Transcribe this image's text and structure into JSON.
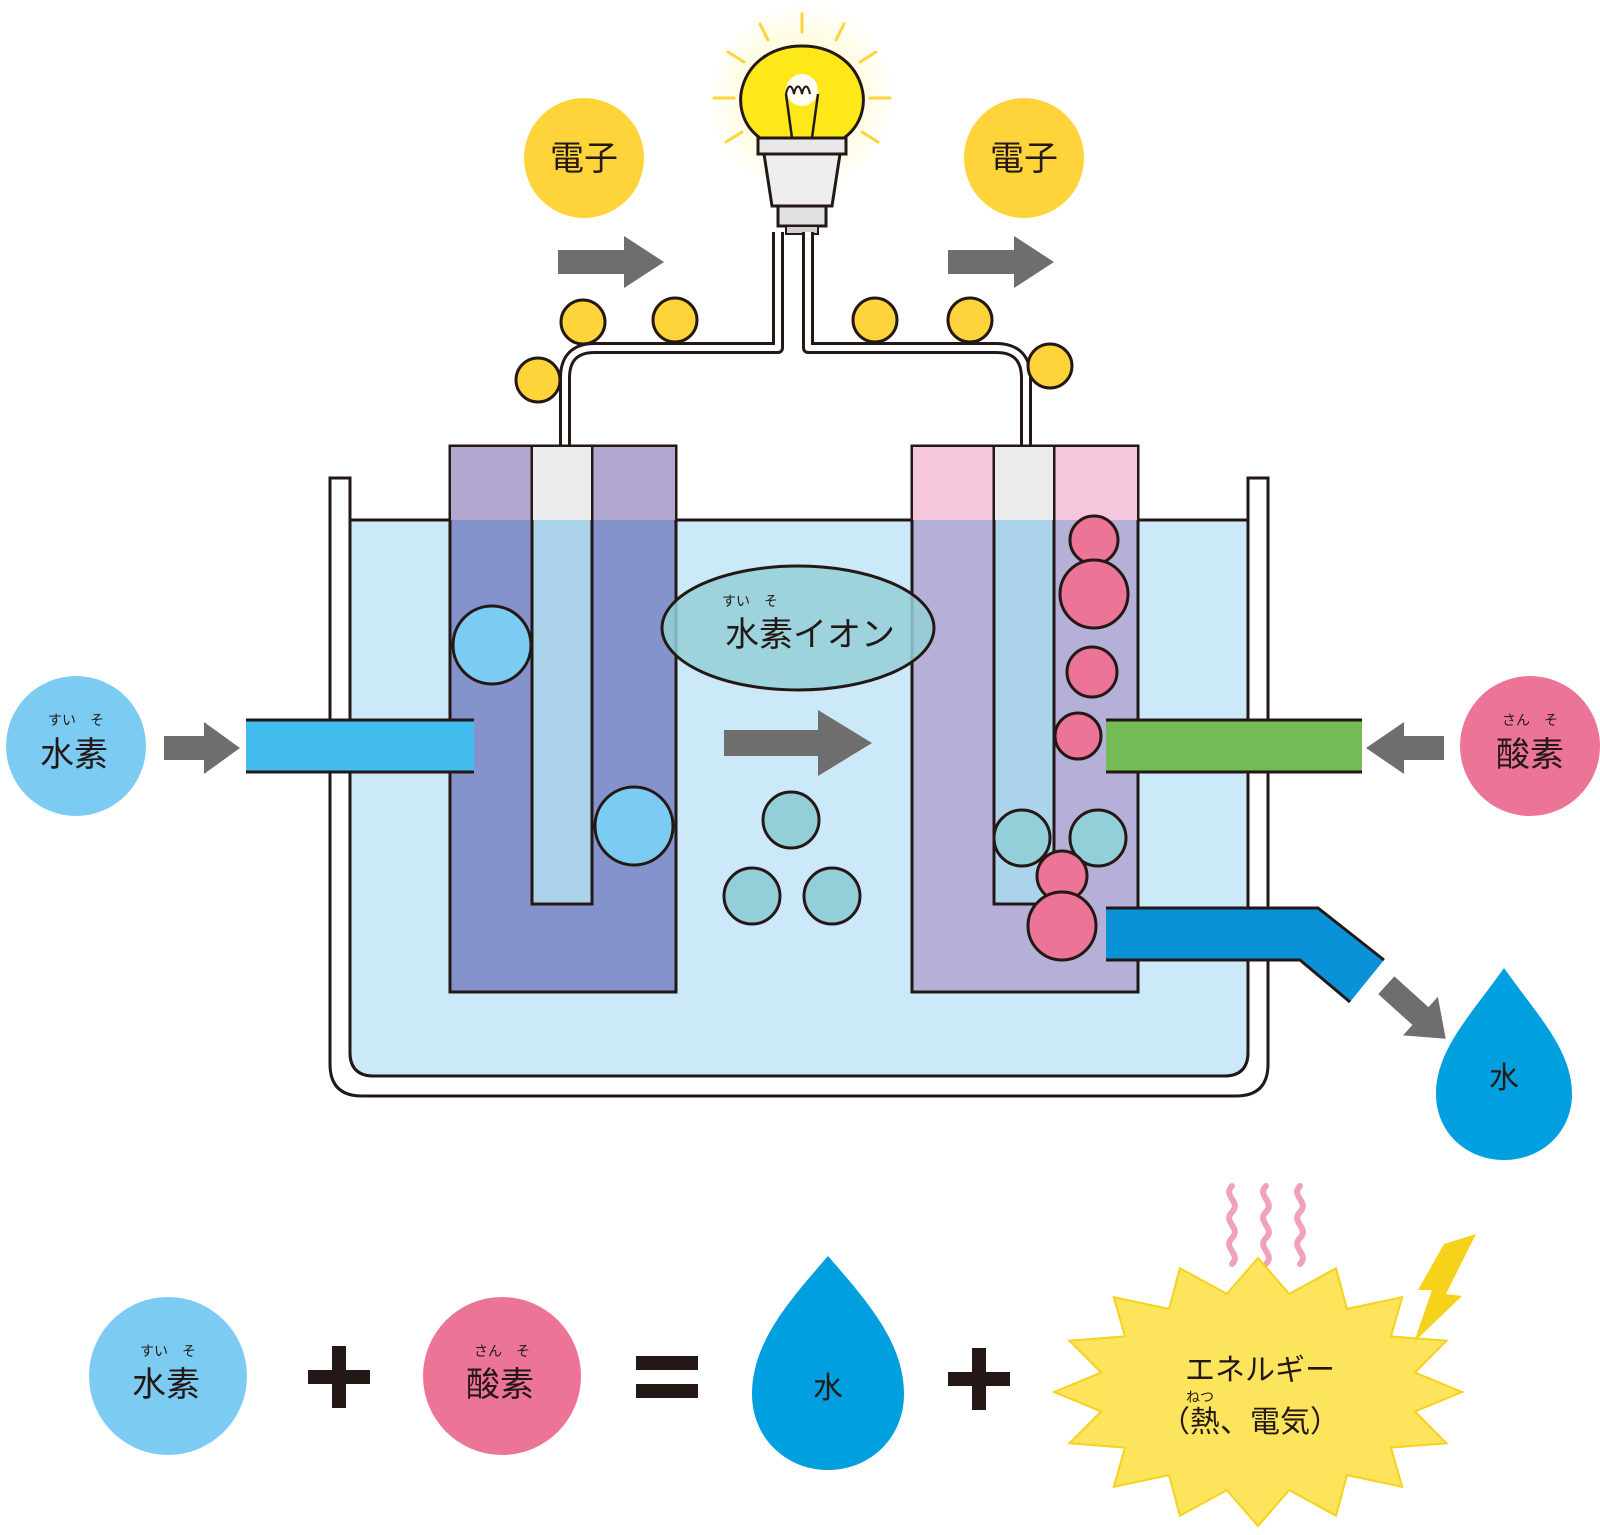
{
  "colors": {
    "electron": "#ffd43b",
    "hydrogen": "#7ccbf2",
    "oxygen": "#ec7496",
    "hydrogen_ion": "#93cfd8",
    "water": "#009fe0",
    "electrolyte": "#cce9f9",
    "anode": "#8593cd",
    "anode_top": "#b3a7d0",
    "cathode": "#b5b0d8",
    "cathode_top": "#f6c6dc",
    "hydrogen_pipe": "#42bdee",
    "oxygen_pipe": "#72bb55",
    "water_pipe": "#0a92d9",
    "arrow": "#6e6e6e",
    "energy_burst": "#fce45c",
    "lightning": "#f6d21b",
    "heat": "#f0a3b8",
    "outline": "#231815"
  },
  "diagram": {
    "electron_left": "電子",
    "electron_right": "電子",
    "hydrogen_ion": {
      "text": "水素イオン",
      "ruby": "すい　そ"
    },
    "hydrogen_in": {
      "text": "水素",
      "ruby": "すい　そ"
    },
    "oxygen_in": {
      "text": "酸素",
      "ruby": "さん　そ"
    },
    "water_out": "水"
  },
  "equation": {
    "hydrogen": {
      "text": "水素",
      "ruby": "すい　そ"
    },
    "plus_1": "+",
    "oxygen": {
      "text": "酸素",
      "ruby": "さん　そ"
    },
    "equals": "=",
    "water": "水",
    "plus_2": "+",
    "energy_line1": "エネルギー",
    "energy_line2": "（熱、電気）",
    "energy_ruby": "ねつ"
  },
  "icons": [
    "light-bulb-icon",
    "arrow-right-icon",
    "arrow-left-icon",
    "water-drop-icon",
    "heat-wave-icon",
    "lightning-icon",
    "energy-burst-icon"
  ]
}
